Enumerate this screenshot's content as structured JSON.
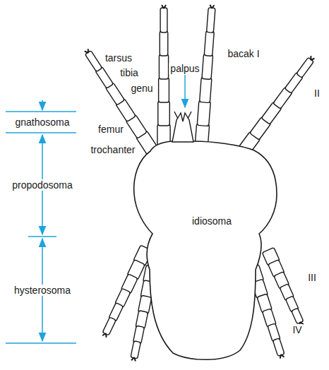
{
  "diagram": {
    "labels": [
      "tarsus",
      "tibia",
      "genu",
      "femur",
      "trochanter",
      "palpus",
      "bacak I",
      "II",
      "III",
      "IV",
      "gnathosoma",
      "propodosoma",
      "hysterosoma",
      "idiosoma"
    ]
  }
}
